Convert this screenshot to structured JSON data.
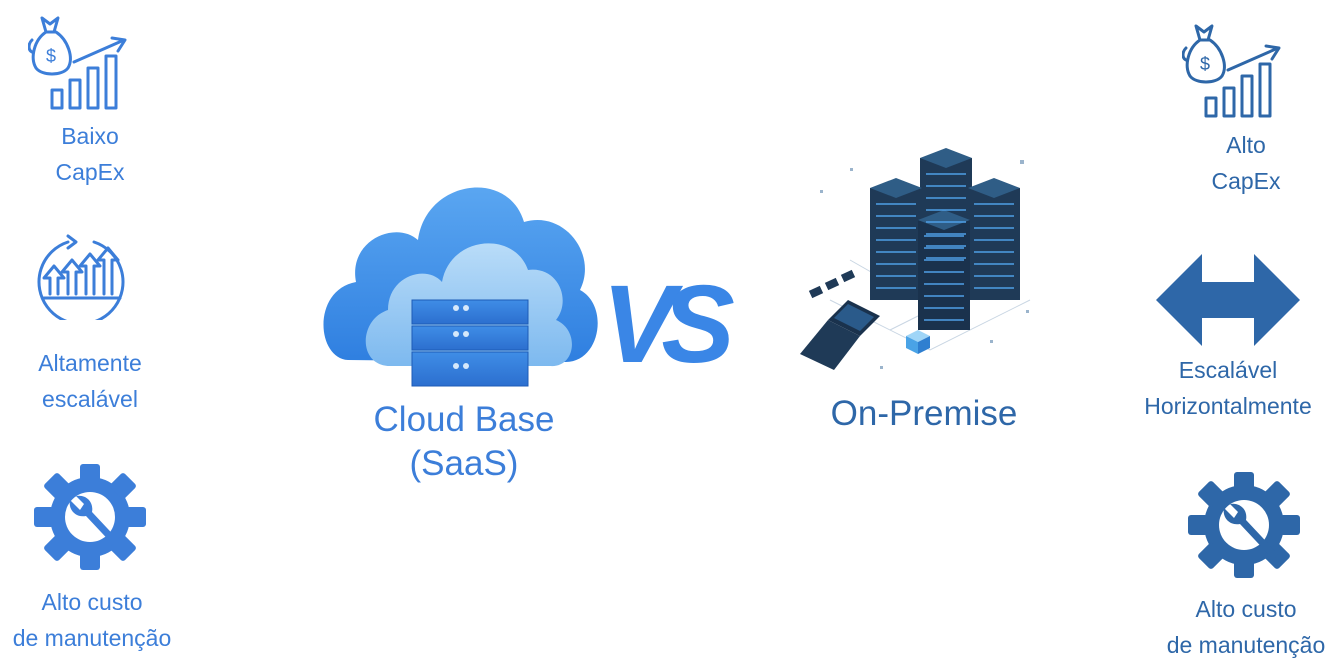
{
  "left": {
    "capex": {
      "line1": "Baixo",
      "line2": "CapEx",
      "icon": "money-bag-growth-icon"
    },
    "scalability": {
      "line1": "Altamente",
      "line2": "escalável",
      "icon": "scaling-growth-icon"
    },
    "maintenance": {
      "line1": "Alto custo",
      "line2": "de manutenção",
      "icon": "gear-wrench-icon"
    }
  },
  "center": {
    "cloud_title_1": "Cloud Base",
    "cloud_title_2": "(SaaS)",
    "vs": "VS",
    "onprem_title": "On-Premise"
  },
  "right": {
    "capex": {
      "line1": "Alto",
      "line2": "CapEx",
      "icon": "money-bag-growth-icon"
    },
    "scalability": {
      "line1": "Escalável",
      "line2": "Horizontalmente",
      "icon": "horizontal-arrow-icon"
    },
    "maintenance": {
      "line1": "Alto custo",
      "line2": "de manutenção",
      "icon": "gear-wrench-icon"
    }
  },
  "colors": {
    "left_blue": "#3c7ed9",
    "right_blue": "#2e67a8",
    "cloud_light": "#8ec3f2",
    "cloud_mid": "#4d97ea",
    "server_dark": "#1f3a57"
  }
}
